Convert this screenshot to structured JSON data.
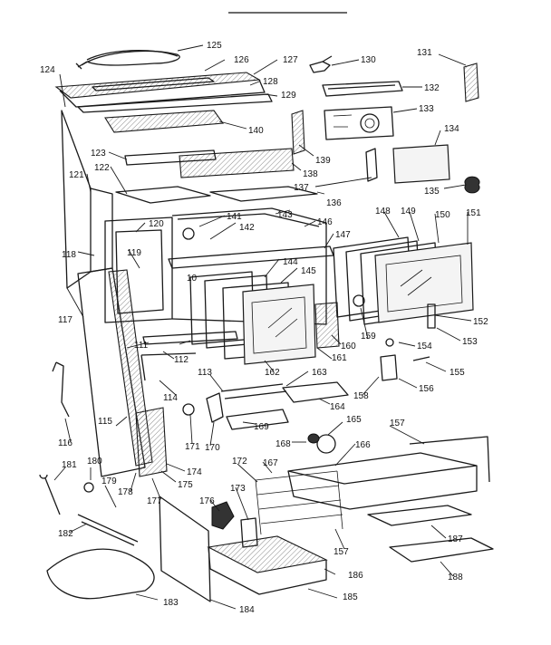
{
  "labels": {
    "l111": "111",
    "l112": "112",
    "l113": "113",
    "l114": "114",
    "l115": "115",
    "l116": "116",
    "l117": "117",
    "l118": "118",
    "l119": "119",
    "l120": "120",
    "l121": "121",
    "l122": "122",
    "l123": "123",
    "l124": "124",
    "l125": "125",
    "l126": "126",
    "l127": "127",
    "l128": "128",
    "l129": "129",
    "l130": "130",
    "l131": "131",
    "l132": "132",
    "l133": "133",
    "l134": "134",
    "l135": "135",
    "l136": "136",
    "l137": "137",
    "l138": "138",
    "l139": "139",
    "l140": "140",
    "l141": "141",
    "l142": "142",
    "l143": "143",
    "l144": "144",
    "l145": "145",
    "l146": "146",
    "l147": "147",
    "l148": "148",
    "l149": "149",
    "l150": "150",
    "l151": "151",
    "l152": "152",
    "l153": "153",
    "l154": "154",
    "l155": "155",
    "l156": "156",
    "l157a": "157",
    "l157b": "157",
    "l158": "158",
    "l159": "159",
    "l160": "160",
    "l161": "161",
    "l162": "162",
    "l163": "163",
    "l164": "164",
    "l165": "165",
    "l166": "166",
    "l167": "167",
    "l168": "168",
    "l169": "169",
    "l170": "170",
    "l171": "171",
    "l172": "172",
    "l173": "173",
    "l174": "174",
    "l175": "175",
    "l176": "176",
    "l177": "177",
    "l178": "178",
    "l179": "179",
    "l180": "180",
    "l181": "181",
    "l182": "182",
    "l183": "183",
    "l184": "184",
    "l185": "185",
    "l186": "186",
    "l187": "187",
    "l188": "188",
    "l10": "10"
  }
}
